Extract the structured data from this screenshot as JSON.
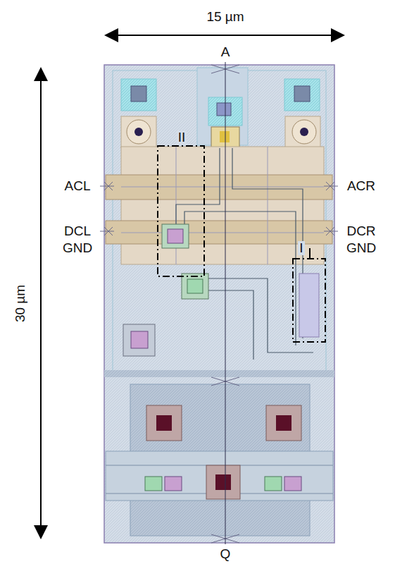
{
  "diagram": {
    "labels": [
      "15 µm",
      "30 µm",
      "A",
      "ACL",
      "ACR",
      "DCL",
      "DCR",
      "GND",
      "GND",
      "II",
      "I",
      "Q"
    ]
  }
}
